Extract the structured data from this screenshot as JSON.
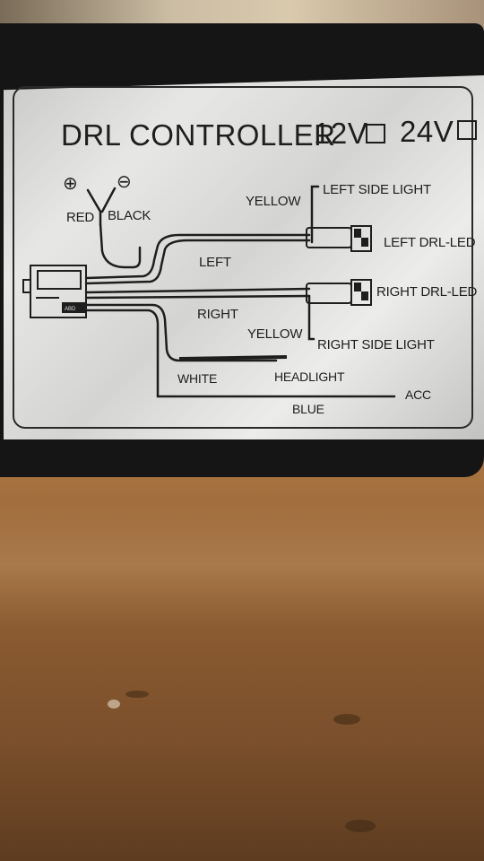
{
  "photo": {
    "subject": "DRL controller wiring label",
    "colors": {
      "table_wood": "#a87340",
      "box_black": "#151515",
      "plate_silver": "#dcdcda",
      "ink": "#1e1e1e"
    }
  },
  "label": {
    "title": "DRL CONTROLLER",
    "volt_option_1": "12V",
    "volt_option_2": "24V",
    "plus_symbol": "⊕",
    "minus_symbol": "⊖",
    "red": "RED",
    "black": "BLACK",
    "yellow_top": "YELLOW",
    "left_side_light": "LEFT SIDE LIGHT",
    "left_drl_led": "LEFT DRL-LED",
    "left": "LEFT",
    "right": "RIGHT",
    "right_drl_led": "RIGHT DRL-LED",
    "yellow_bottom": "YELLOW",
    "right_side_light": "RIGHT SIDE LIGHT",
    "white": "WHITE",
    "headlight": "HEADLIGHT",
    "acc": "ACC",
    "blue": "BLUE",
    "module_text": "ABD"
  }
}
